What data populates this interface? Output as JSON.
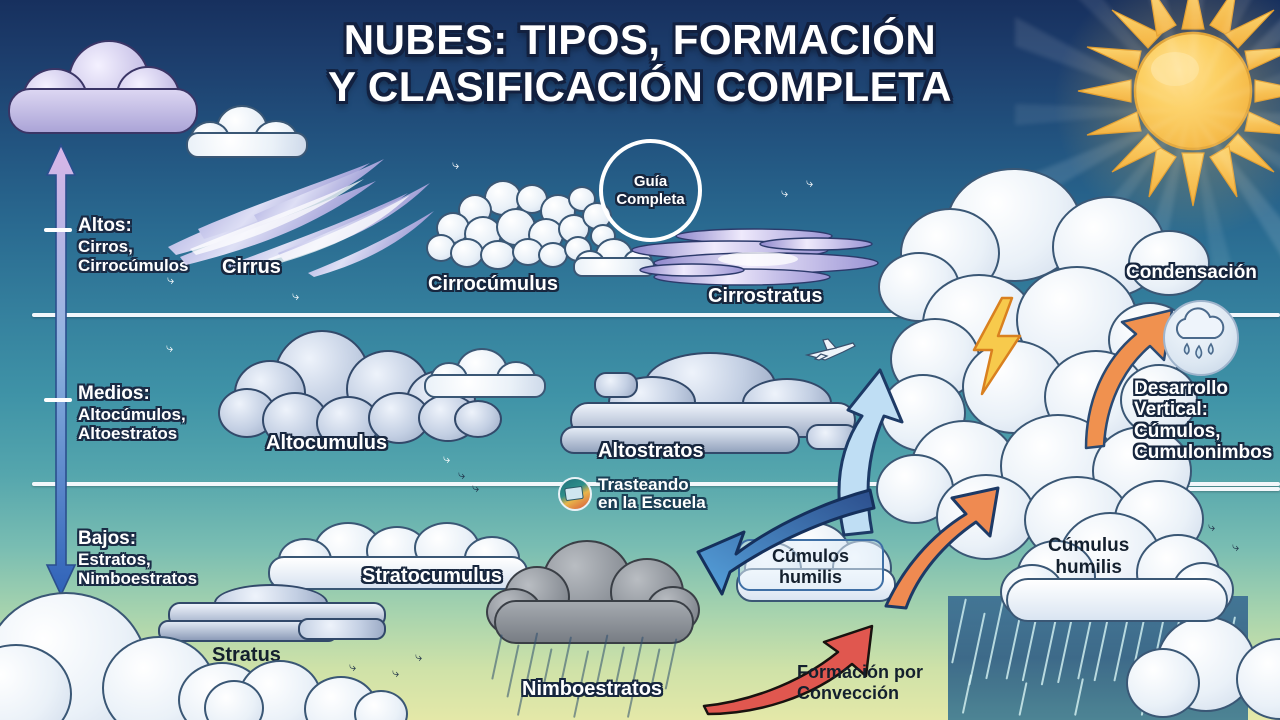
{
  "title": "NUBES: TIPOS, FORMACIÓN\nY CLASIFICACIÓN COMPLETA",
  "badge": {
    "text": "Guía\nCompleta"
  },
  "watermark": {
    "line": "Trasteando\nen la Escuela",
    "logo_icon": "school-logo-icon"
  },
  "altitude_axis": {
    "arrow_icon": "double-headed-vertical-arrow-icon",
    "levels": [
      {
        "heading": "Altos:",
        "types": "Cirros,\nCirrocúmulos"
      },
      {
        "heading": "Medios:",
        "types": "Altocúmulos,\nAltoestratos"
      },
      {
        "heading": "Bajos:",
        "types": "Estratos,\nNimboestratos"
      }
    ]
  },
  "cloud_labels": [
    {
      "name": "Cirrus"
    },
    {
      "name": "Cirrocúmulus"
    },
    {
      "name": "Cirrostratus"
    },
    {
      "name": "Altocumulus"
    },
    {
      "name": "Altostratos"
    },
    {
      "name": "Stratocumulus"
    },
    {
      "name": "Stratus"
    },
    {
      "name": "Nimboestratos"
    }
  ],
  "process_labels": {
    "condensation": "Condensación",
    "vertical_development": "Desarrollo\nVertical:\nCúmulos,\nCumulonimbos",
    "cumulus_humilis_box": "Cúmulos\nhumilis",
    "cumulus_humilis_tower": "Cúmulus\nhumilis",
    "convection": "Formación por\nConvección"
  },
  "icons": {
    "sun": "sun-icon",
    "lightning": "lightning-bolt-icon",
    "airplane": "airplane-icon",
    "condensation_cloud": "cloud-with-raindrops-icon",
    "arrow_updraft_light": "light-blue-up-arrow-icon",
    "arrow_downdraft": "blue-down-arrow-icon",
    "arrow_orange_up": "orange-up-arrow-icon",
    "arrow_orange_condensation": "orange-curved-arrow-icon",
    "arrow_convection_red": "red-curved-arrow-icon",
    "bird": "bird-icon"
  },
  "colors": {
    "sky_top": "#17305e",
    "sky_bottom": "#e4e8a8",
    "sun_yellow": "#f7c644",
    "lightning": "#f6c64a",
    "arrow_orange": "#ef8a51",
    "arrow_red": "#e0574f",
    "arrow_blue": "#4a8fd0",
    "arrow_light_blue": "#bcdcf2",
    "divider": "#f2f7fb",
    "text_outline": "#17263e"
  }
}
